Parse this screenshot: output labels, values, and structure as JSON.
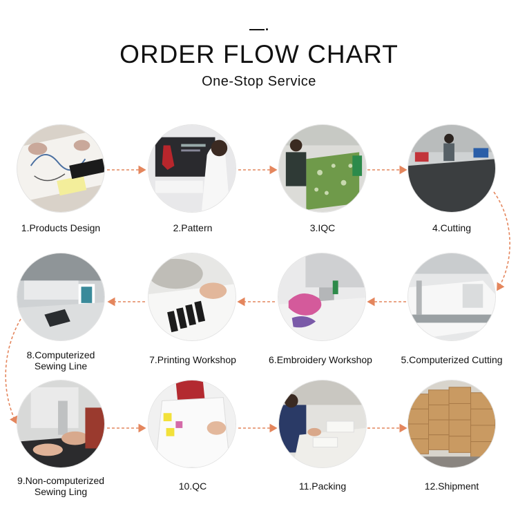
{
  "header": {
    "title": "ORDER FLOW CHART",
    "subtitle": "One-Stop Service"
  },
  "colors": {
    "connector": "#e4865d",
    "text": "#111111"
  },
  "steps": [
    {
      "label": "1.Products Design",
      "icon": "design-sketch-photo"
    },
    {
      "label": "2.Pattern",
      "icon": "pattern-computer-photo"
    },
    {
      "label": "3.IQC",
      "icon": "fabric-inspection-photo"
    },
    {
      "label": "4.Cutting",
      "icon": "cutting-table-photo"
    },
    {
      "label": "5.Computerized Cutting",
      "icon": "cutting-machine-photo"
    },
    {
      "label": "6.Embroidery Workshop",
      "icon": "embroidery-machine-photo"
    },
    {
      "label": "7.Printing Workshop",
      "icon": "printing-photo"
    },
    {
      "label": "8.Computerized\nSewing Line",
      "icon": "computerized-sewing-photo"
    },
    {
      "label": "9.Non-computerized\nSewing Ling",
      "icon": "manual-sewing-photo"
    },
    {
      "label": "10.QC",
      "icon": "quality-check-photo"
    },
    {
      "label": "11.Packing",
      "icon": "packing-photo"
    },
    {
      "label": "12.Shipment",
      "icon": "shipment-boxes-photo"
    }
  ]
}
